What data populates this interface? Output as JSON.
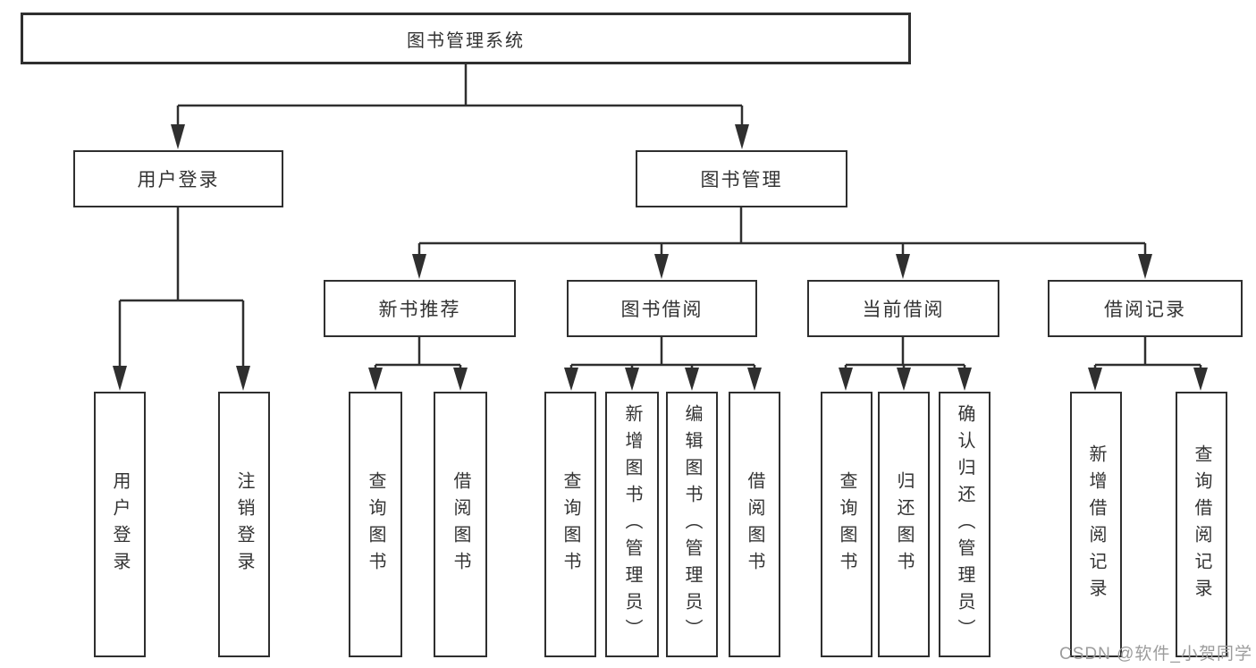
{
  "diagram": {
    "root": {
      "label": "图书管理系统"
    },
    "level2": [
      {
        "label": "用户登录"
      },
      {
        "label": "图书管理"
      }
    ],
    "level3": [
      {
        "label": "新书推荐"
      },
      {
        "label": "图书借阅"
      },
      {
        "label": "当前借阅"
      },
      {
        "label": "借阅记录"
      }
    ],
    "leaves": [
      {
        "label": "用户登录"
      },
      {
        "label": "注销登录"
      },
      {
        "label": "查询图书"
      },
      {
        "label": "借阅图书"
      },
      {
        "label": "查询图书"
      },
      {
        "label": "新增图书（管理员）"
      },
      {
        "label": "编辑图书（管理员）"
      },
      {
        "label": "借阅图书"
      },
      {
        "label": "查询图书"
      },
      {
        "label": "归还图书"
      },
      {
        "label": "确认归还（管理员）"
      },
      {
        "label": "新增借阅记录"
      },
      {
        "label": "查询借阅记录"
      }
    ]
  },
  "watermark": {
    "text": "CSDN @软件_小贺同学"
  },
  "colors": {
    "line": "#2f2f2f",
    "text": "#333333",
    "watermark": "#9c9c9c",
    "background": "#ffffff"
  }
}
